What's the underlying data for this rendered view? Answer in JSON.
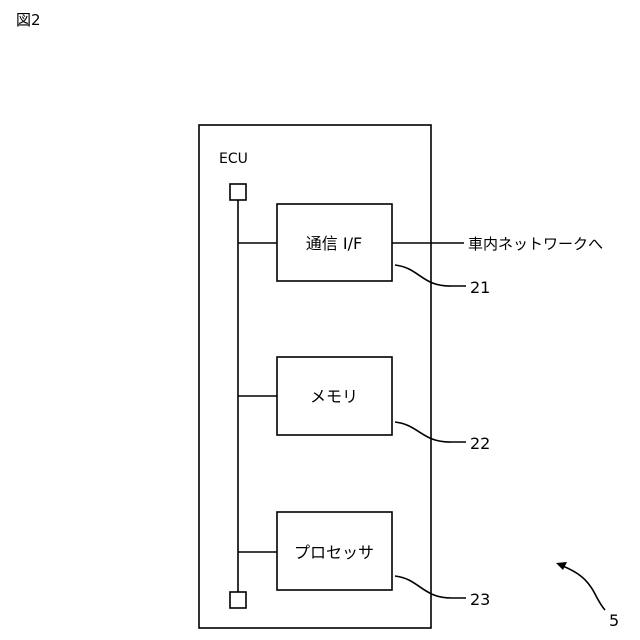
{
  "figure_label": "図2",
  "ecu": {
    "label": "ECU"
  },
  "components": {
    "comm_if": {
      "label": "通信 I/F",
      "ref": "21"
    },
    "memory": {
      "label": "メモリ",
      "ref": "22"
    },
    "processor": {
      "label": "プロセッサ",
      "ref": "23"
    }
  },
  "network_label": "車内ネットワークへ",
  "device_ref": "5"
}
